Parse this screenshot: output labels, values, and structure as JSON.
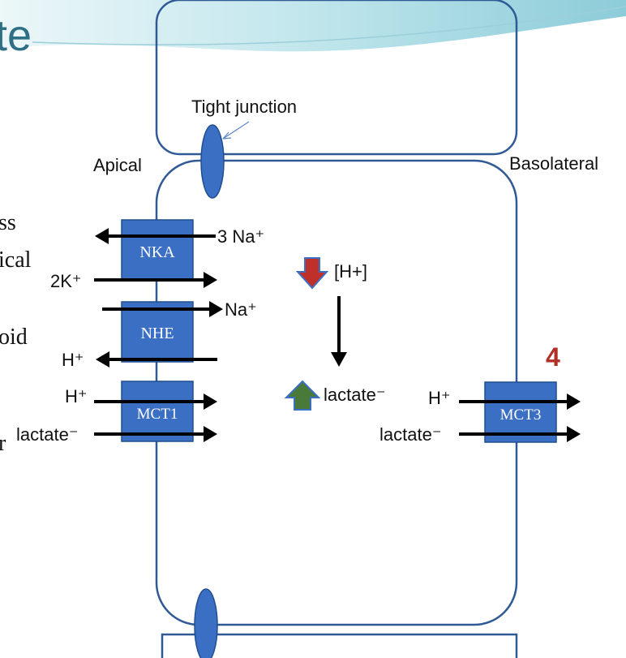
{
  "slide": {
    "title_fragment": "te",
    "left_text_fragments": [
      "ss",
      "ical",
      "oid",
      "r"
    ]
  },
  "labels": {
    "tight_junction": "Tight junction",
    "apical": "Apical",
    "basolateral": "Basolateral",
    "step_number": "4"
  },
  "transporters": {
    "nka": "NKA",
    "nhe": "NHE",
    "mct1": "MCT1",
    "mct3": "MCT3"
  },
  "ions": {
    "na_3": "3 Na⁺",
    "k_2": "2K⁺",
    "na": "Na⁺",
    "h_nhe": "H⁺",
    "h_mct1": "H⁺",
    "lactate_mct1": "lactate⁻",
    "h_mct3": "H⁺",
    "lactate_mct3": "lactate⁻"
  },
  "cytosol": {
    "h_conc": "[H+]",
    "lactate": "lactate⁻"
  },
  "colors": {
    "box": "#3a6fc4",
    "box_border": "#1f4e8f",
    "membrane": "#2f5a96",
    "junction": "#3a6fc4",
    "down_arrow": "#c0302a",
    "up_arrow": "#4a7a3a",
    "step_number": "#b03028",
    "title": "#2e6f86"
  }
}
